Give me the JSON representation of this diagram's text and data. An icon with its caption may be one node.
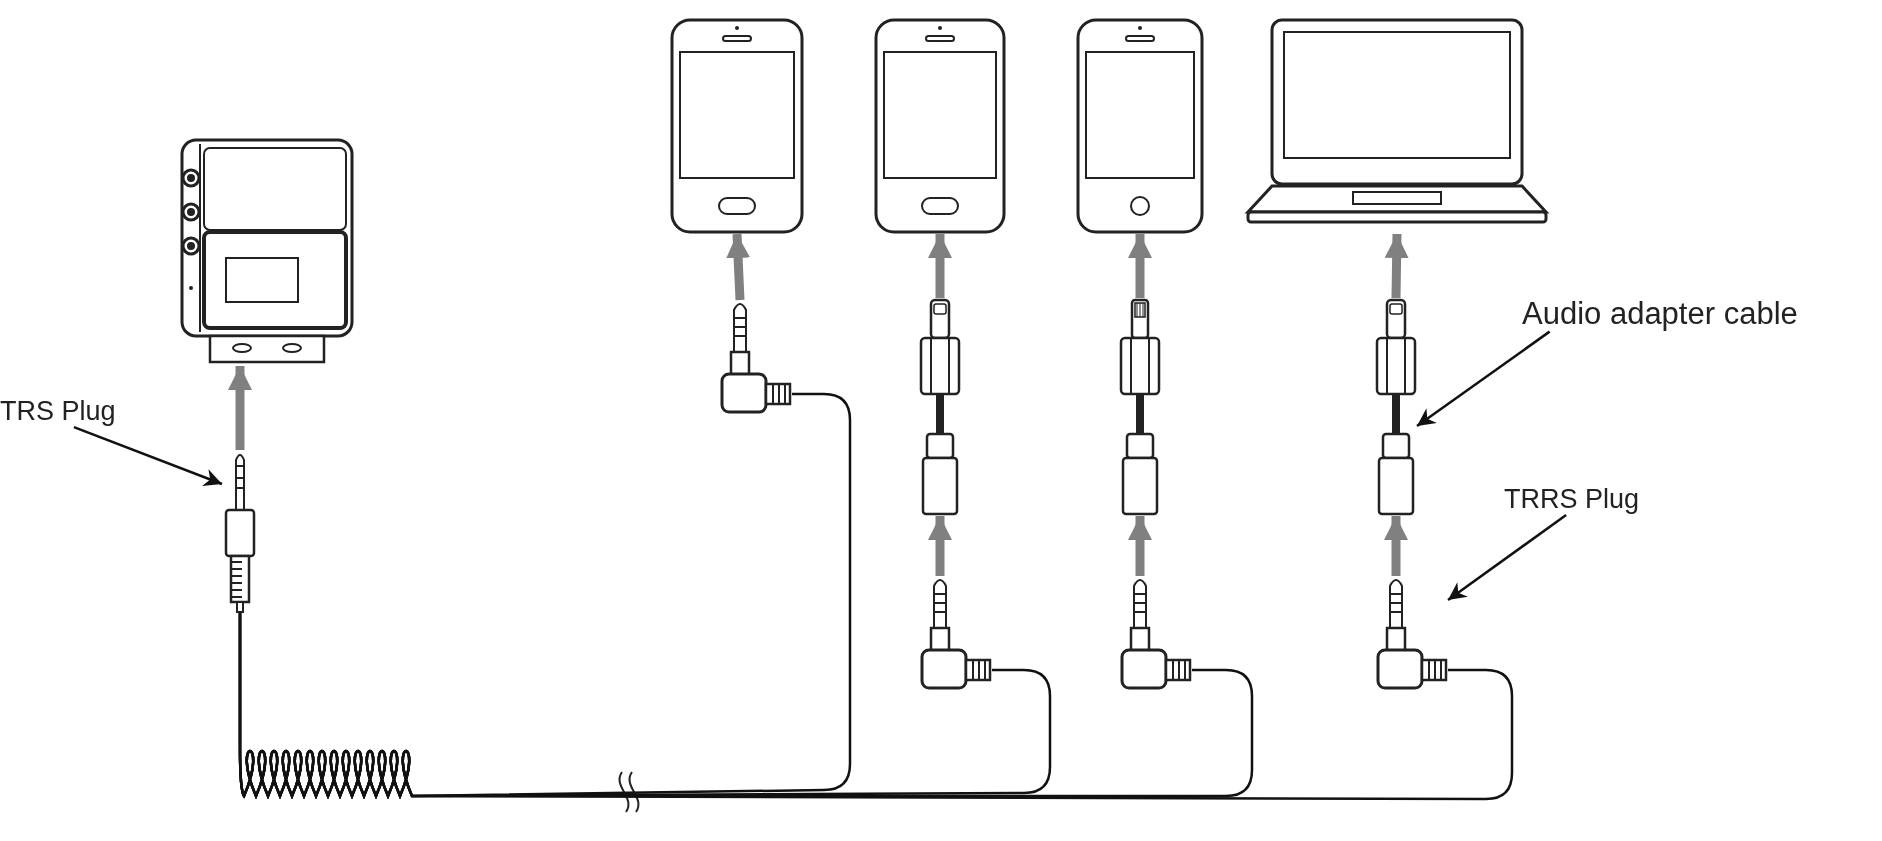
{
  "diagram": {
    "nodes": [
      {
        "text": [],
        "shape": "picture"
      },
      {
        "text": [
          "TRS Plug"
        ]
      },
      {
        "text": [],
        "shape": "picture"
      },
      {
        "text": [],
        "shape": "picture"
      },
      {
        "text": [],
        "shape": "picture"
      },
      {
        "text": [],
        "shape": "picture"
      },
      {
        "text": [],
        "shape": "picture"
      },
      {
        "text": [],
        "shape": "picture"
      },
      {
        "text": [],
        "shape": "picture"
      },
      {
        "text": [],
        "shape": "picture"
      },
      {
        "text": [],
        "shape": "picture"
      },
      {
        "text": [],
        "shape": "picture"
      },
      {
        "text": [],
        "shape": "picture"
      },
      {
        "text": [],
        "shape": "picture"
      },
      {
        "text": [
          "Audio adapter cable"
        ]
      },
      {
        "text": [
          "TRRS Plug"
        ]
      }
    ],
    "edges": [
      {
        "from": 2,
        "to": 0,
        "arrow": "to",
        "color": "#808080"
      },
      {
        "from": 7,
        "to": 3,
        "arrow": "to",
        "color": "#808080"
      },
      {
        "from": 8,
        "to": 4,
        "arrow": "to",
        "color": "#808080"
      },
      {
        "from": 9,
        "to": 8,
        "arrow": "to",
        "color": "#808080"
      },
      {
        "from": 10,
        "to": 5,
        "arrow": "to",
        "color": "#808080"
      },
      {
        "from": 11,
        "to": 10,
        "arrow": "to",
        "color": "#808080"
      },
      {
        "from": 12,
        "to": 6,
        "arrow": "to",
        "color": "#808080"
      },
      {
        "from": 13,
        "to": 12,
        "arrow": "to",
        "color": "#808080"
      },
      {
        "from": 1,
        "to": 2,
        "arrow": "to",
        "color": "#111111"
      },
      {
        "from": 14,
        "to": 12,
        "arrow": "to",
        "color": "#111111"
      },
      {
        "from": 15,
        "to": 13,
        "arrow": "to",
        "color": "#111111"
      },
      {
        "from": 2,
        "to": 7,
        "arrow": "none",
        "color": "#111111"
      },
      {
        "from": 2,
        "to": 9,
        "arrow": "none",
        "color": "#111111"
      },
      {
        "from": 2,
        "to": 11,
        "arrow": "none",
        "color": "#111111"
      },
      {
        "from": 2,
        "to": 13,
        "arrow": "none",
        "color": "#111111"
      }
    ]
  }
}
